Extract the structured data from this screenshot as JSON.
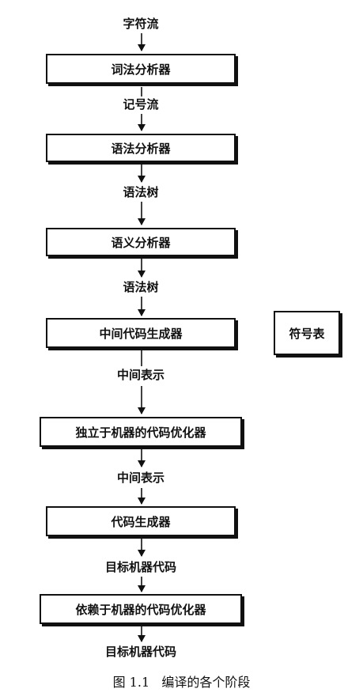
{
  "flow": {
    "input_stream": "字符流",
    "lexer": "词法分析器",
    "token_stream": "记号流",
    "parser": "语法分析器",
    "syntax_tree_1": "语法树",
    "semantic_analyzer": "语义分析器",
    "syntax_tree_2": "语法树",
    "ir_generator": "中间代码生成器",
    "ir_1": "中间表示",
    "machine_independent_optimizer": "独立于机器的代码优化器",
    "ir_2": "中间表示",
    "code_generator": "代码生成器",
    "target_code_1": "目标机器代码",
    "machine_dependent_optimizer": "依赖于机器的代码优化器",
    "target_code_2": "目标机器代码"
  },
  "side": {
    "symbol_table": "符号表"
  },
  "caption": "图 1.1   编译的各个阶段"
}
